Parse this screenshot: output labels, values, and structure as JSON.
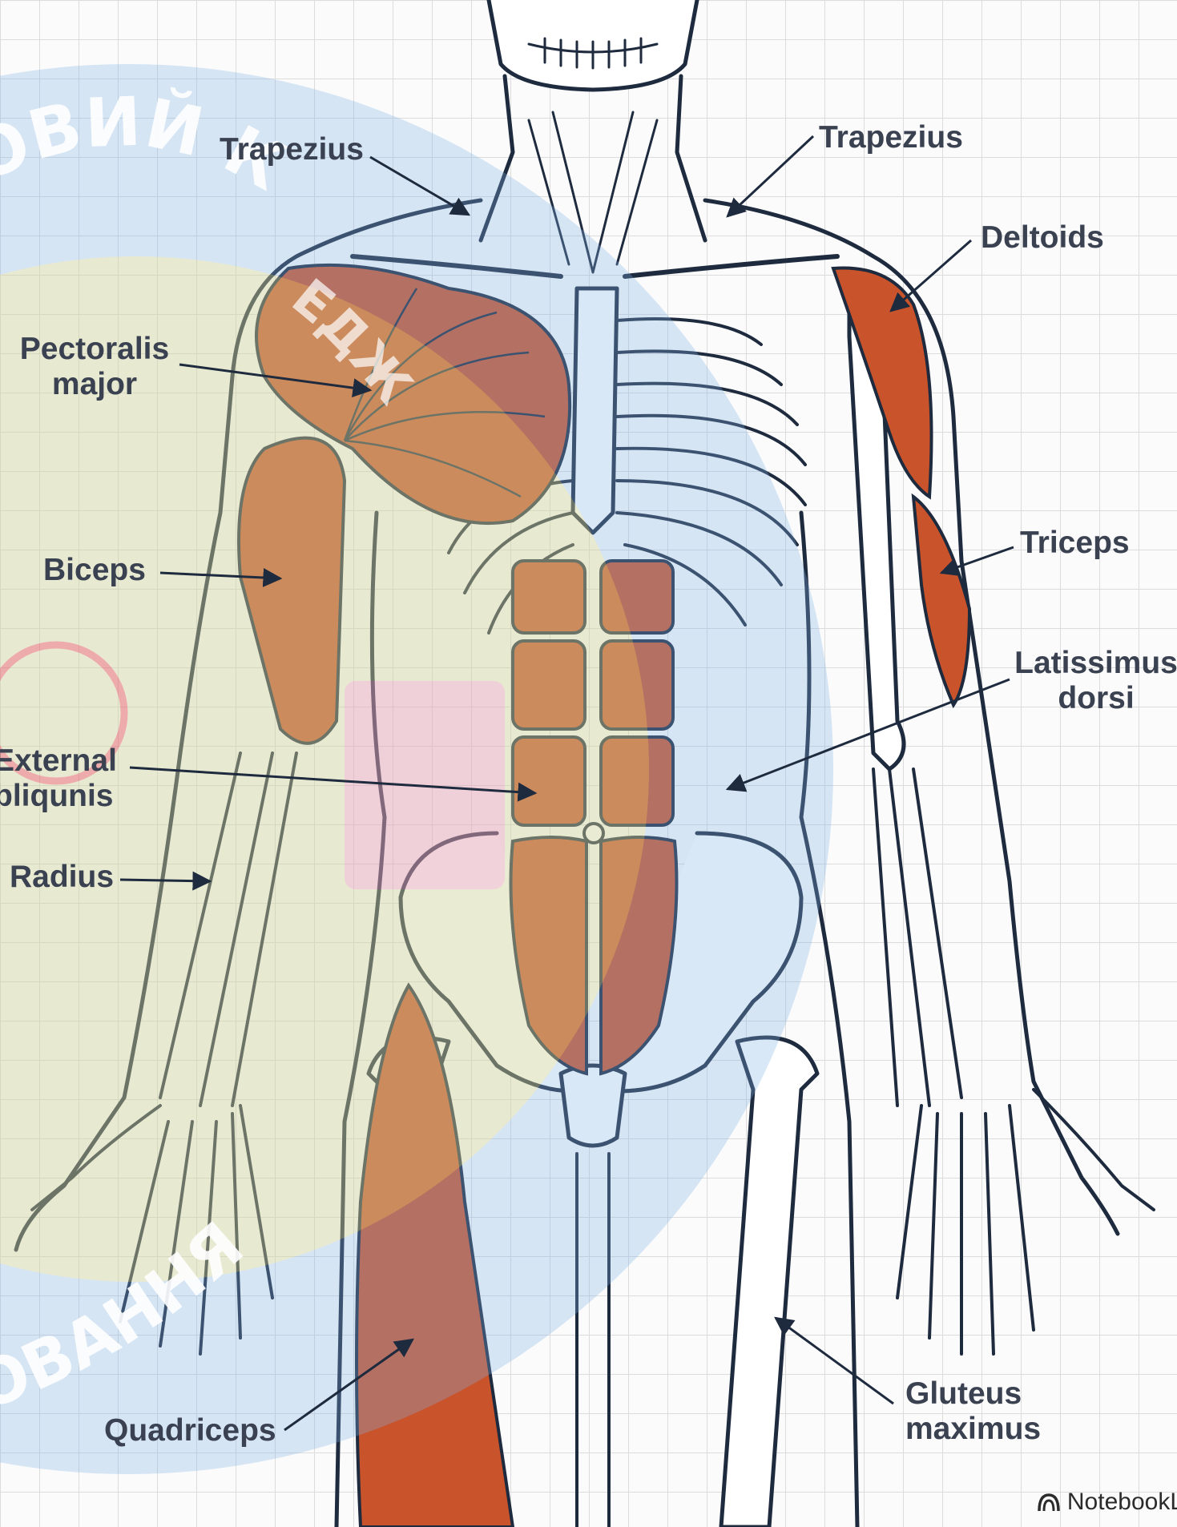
{
  "labels": {
    "trapezius_left": "Trapezius",
    "trapezius_right": "Trapezius",
    "deltoids": "Deltoids",
    "pectoralis_major_1": "Pectoralis",
    "pectoralis_major_2": "major",
    "biceps": "Biceps",
    "triceps": "Triceps",
    "latissimus_dorsi_1": "Latissimus",
    "latissimus_dorsi_2": "dorsi",
    "external_obliquus_1": "External",
    "external_obliquus_2": "bliqunis",
    "radius": "Radius",
    "quadriceps": "Quadriceps",
    "gluteus_maximus_1": "Gluteus",
    "gluteus_maximus_2": "maximus"
  },
  "watermark": {
    "arc_text_top": "ОВИЙ КО",
    "arc_text_bottom": "ОВАННЯ",
    "arc_text_mid": "ЕДЖ"
  },
  "brand": {
    "name": "NotebookL",
    "icon": "notebooklm-icon"
  },
  "colors": {
    "muscle": "#c9532b",
    "outline": "#1e2a3e",
    "label_text": "#3a4150",
    "grid": "#dcdcdc",
    "watermark_blue": "#7fb2e5",
    "watermark_yellow": "#f6e27a"
  }
}
